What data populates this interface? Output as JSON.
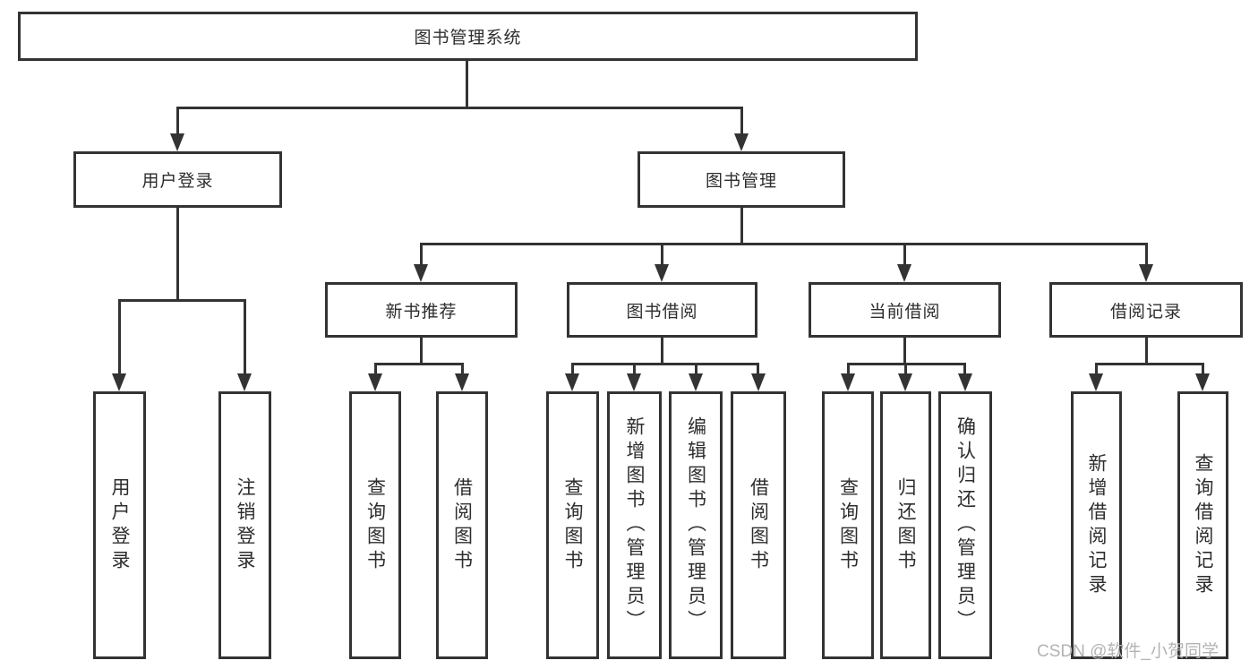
{
  "diagram_title": "图书管理系统",
  "colors": {
    "line": "#333333",
    "box_border": "#333333",
    "text": "#2d2d2d",
    "watermark": "#b3b3b3",
    "background": "#ffffff"
  },
  "tree": {
    "root": {
      "label": "图书管理系统",
      "children": [
        {
          "label": "用户登录",
          "children": [
            {
              "label": "用户登录"
            },
            {
              "label": "注销登录"
            }
          ]
        },
        {
          "label": "图书管理",
          "children": [
            {
              "label": "新书推荐",
              "children": [
                {
                  "label": "查询图书"
                },
                {
                  "label": "借阅图书"
                }
              ]
            },
            {
              "label": "图书借阅",
              "children": [
                {
                  "label": "查询图书"
                },
                {
                  "label": "新增图书（管理员）"
                },
                {
                  "label": "编辑图书（管理员）"
                },
                {
                  "label": "借阅图书"
                }
              ]
            },
            {
              "label": "当前借阅",
              "children": [
                {
                  "label": "查询图书"
                },
                {
                  "label": "归还图书"
                },
                {
                  "label": "确认归还（管理员）"
                }
              ]
            },
            {
              "label": "借阅记录",
              "children": [
                {
                  "label": "新增借阅记录"
                },
                {
                  "label": "查询借阅记录"
                }
              ]
            }
          ]
        }
      ]
    }
  },
  "watermark": {
    "text": "CSDN @软件_小贺同学"
  }
}
